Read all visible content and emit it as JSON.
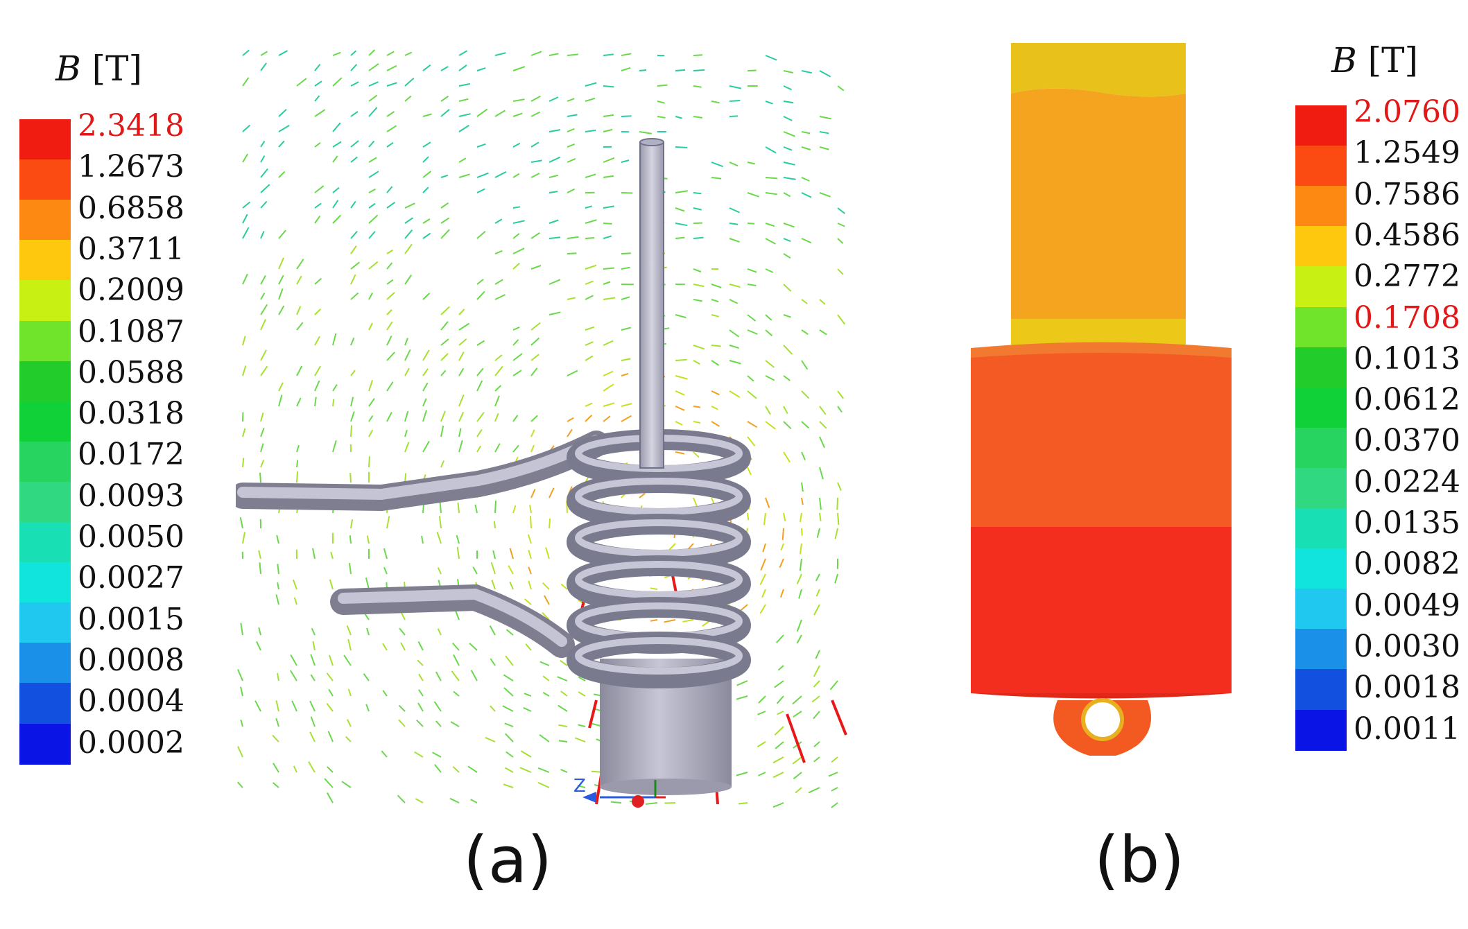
{
  "panel_a": {
    "legend": {
      "symbol": "B",
      "unit": "[T]",
      "levels": [
        "2.3418",
        "1.2673",
        "0.6858",
        "0.3711",
        "0.2009",
        "0.1087",
        "0.0588",
        "0.0318",
        "0.0172",
        "0.0093",
        "0.0050",
        "0.0027",
        "0.0015",
        "0.0008",
        "0.0004",
        "0.0002"
      ],
      "highlight_indices": [
        0
      ],
      "colors": [
        "#f01c12",
        "#fb4a12",
        "#fd8812",
        "#fdc80e",
        "#c8f012",
        "#70e42a",
        "#22cc2a",
        "#10d238",
        "#28d460",
        "#30d882",
        "#18e0b4",
        "#10e4dc",
        "#20c8f0",
        "#1a90e8",
        "#1250e0",
        "#0a14e4"
      ]
    },
    "axis_label": "Z",
    "caption": "(a)"
  },
  "panel_b": {
    "legend": {
      "symbol": "B",
      "unit": "[T]",
      "levels": [
        "2.0760",
        "1.2549",
        "0.7586",
        "0.4586",
        "0.2772",
        "0.1708",
        "0.1013",
        "0.0612",
        "0.0370",
        "0.0224",
        "0.0135",
        "0.0082",
        "0.0049",
        "0.0030",
        "0.0018",
        "0.0011"
      ],
      "highlight_indices": [
        0,
        5
      ],
      "colors": [
        "#f01c12",
        "#fb4a12",
        "#fd8812",
        "#fdc80e",
        "#c8f012",
        "#70e42a",
        "#22cc2a",
        "#10d238",
        "#28d460",
        "#30d882",
        "#18e0b4",
        "#10e4dc",
        "#20c8f0",
        "#1a90e8",
        "#1250e0",
        "#0a14e4"
      ]
    },
    "caption": "(b)"
  }
}
